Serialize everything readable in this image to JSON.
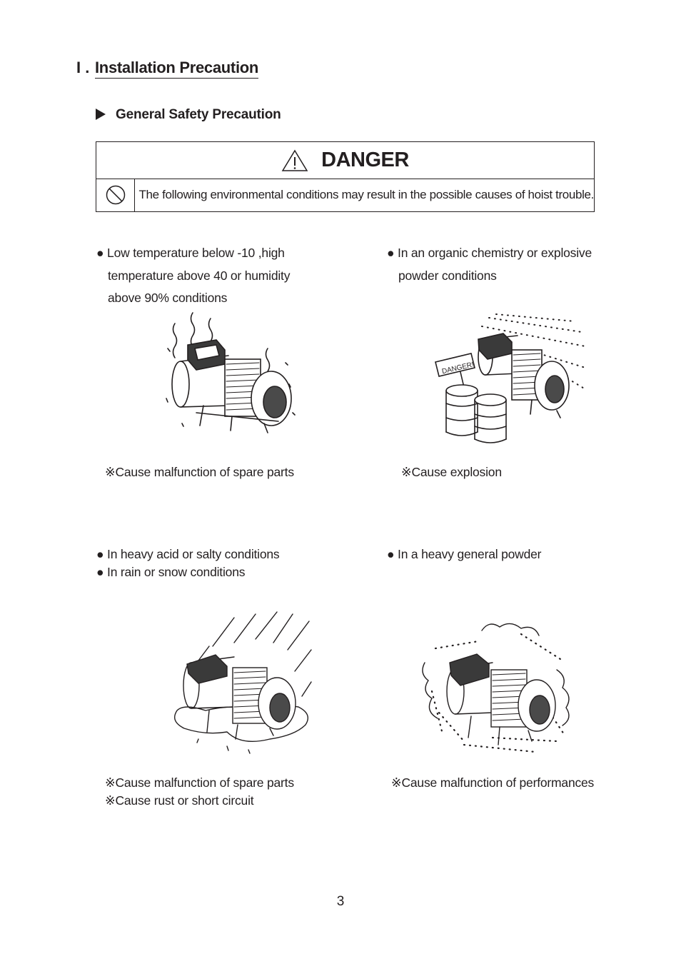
{
  "section": {
    "number": "I .",
    "title": "Installation Precaution"
  },
  "subsection": {
    "title": "General Safety Precaution"
  },
  "danger": {
    "title": "DANGER",
    "icon": "warning-triangle-icon",
    "prohibit_icon": "prohibition-circle-icon",
    "text": "The following environmental conditions may result in the possible causes of hoist trouble."
  },
  "items": [
    {
      "lines": [
        "● Low temperature below -10 ,high",
        "temperature above 40 or humidity",
        "above 90% conditions"
      ],
      "notes": [
        "※Cause malfunction of spare parts"
      ]
    },
    {
      "lines": [
        "● In an organic chemistry or explosive",
        "powder conditions"
      ],
      "sign_text": "DANGER!",
      "notes": [
        "※Cause explosion"
      ]
    },
    {
      "lines": [
        "● In heavy acid or salty conditions",
        "● In rain or snow conditions"
      ],
      "notes": [
        "※Cause malfunction of spare parts",
        "※Cause rust or short circuit"
      ]
    },
    {
      "lines": [
        "● In a heavy general powder"
      ],
      "notes": [
        "※Cause malfunction of performances"
      ]
    }
  ],
  "page_number": "3"
}
